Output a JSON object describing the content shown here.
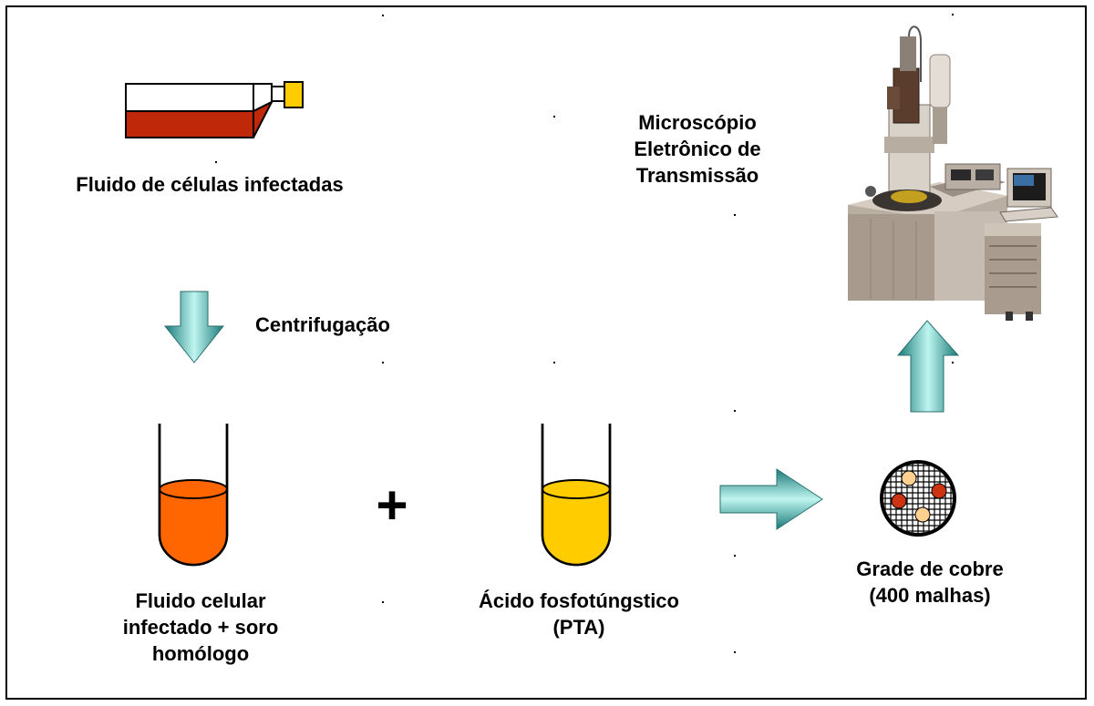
{
  "labels": {
    "flask_label": "Fluido de células infectadas",
    "centrifugation": "Centrifugação",
    "microscope": [
      "Microscópio",
      "Eletrônico de",
      "Transmissão"
    ],
    "tube1": [
      "Fluido celular",
      "infectado + soro",
      "homólogo"
    ],
    "tube2": [
      "Ácido fosfotúngstico",
      "(PTA)"
    ],
    "grid": [
      "Grade de cobre",
      "(400 malhas)"
    ],
    "plus": "+"
  },
  "colors": {
    "flask_fluid": "#c0280a",
    "flask_cap": "#ffcc00",
    "tube1_fluid": "#ff6600",
    "tube2_fluid": "#ffcc00",
    "arrow_light": "#bff5f0",
    "arrow_dark": "#1a7a78",
    "particle_red": "#cc3311",
    "particle_peach": "#ffd090"
  },
  "icons": [
    "flask-icon",
    "down-arrow-icon",
    "test-tube-icon",
    "right-arrow-icon",
    "copper-grid-icon",
    "up-arrow-icon",
    "electron-microscope-icon"
  ]
}
